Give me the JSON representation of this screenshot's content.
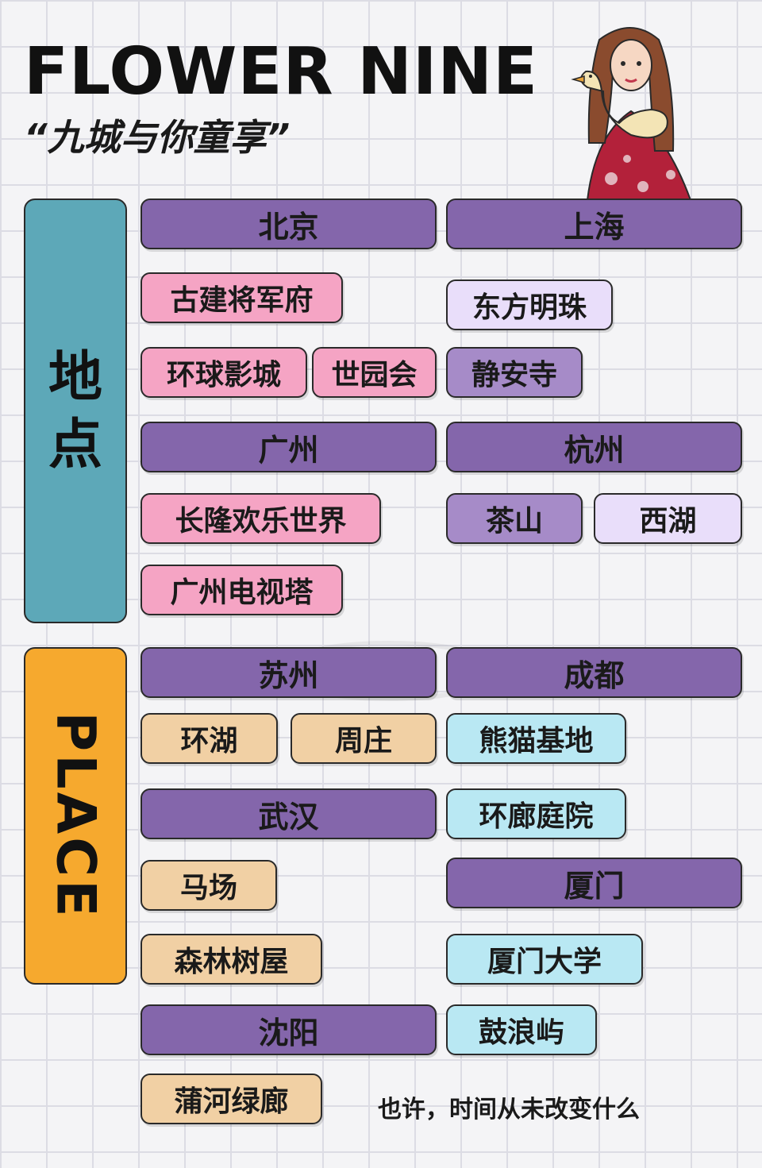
{
  "header": {
    "title": "FLOWER NINE",
    "subtitle": "“九城与你童享”"
  },
  "sidebar": {
    "location_label": "地点",
    "place_label": "PLACE"
  },
  "cities": {
    "beijing": {
      "name": "北京",
      "spots": [
        "古建将军府",
        "环球影城",
        "世园会"
      ]
    },
    "shanghai": {
      "name": "上海",
      "spots": [
        "东方明珠",
        "静安寺"
      ]
    },
    "guangzhou": {
      "name": "广州",
      "spots": [
        "长隆欢乐世界",
        "广州电视塔"
      ]
    },
    "hangzhou": {
      "name": "杭州",
      "spots": [
        "茶山",
        "西湖"
      ]
    },
    "suzhou": {
      "name": "苏州",
      "spots": [
        "环湖",
        "周庄"
      ]
    },
    "chengdu": {
      "name": "成都",
      "spots": [
        "熊猫基地",
        "环廊庭院"
      ]
    },
    "wuhan": {
      "name": "武汉",
      "spots": [
        "马场",
        "森林树屋"
      ]
    },
    "xiamen": {
      "name": "厦门",
      "spots": [
        "厦门大学",
        "鼓浪屿"
      ]
    },
    "shenyang": {
      "name": "沈阳",
      "spots": [
        "蒲河绿廊"
      ]
    }
  },
  "footer": {
    "tagline": "也许，时间从未改变什么"
  },
  "icons": {
    "illustration": "girl-with-goose-illustration",
    "watermark": "watermark-logo"
  },
  "colors": {
    "city": "#8466ab",
    "pink": "#f5a4c4",
    "lavender_dark": "#a68bc8",
    "lavender_light": "#e9defa",
    "tan": "#f1d0a4",
    "cyan": "#b9e8f3",
    "teal": "#5da8b8",
    "orange": "#f6a92e"
  }
}
